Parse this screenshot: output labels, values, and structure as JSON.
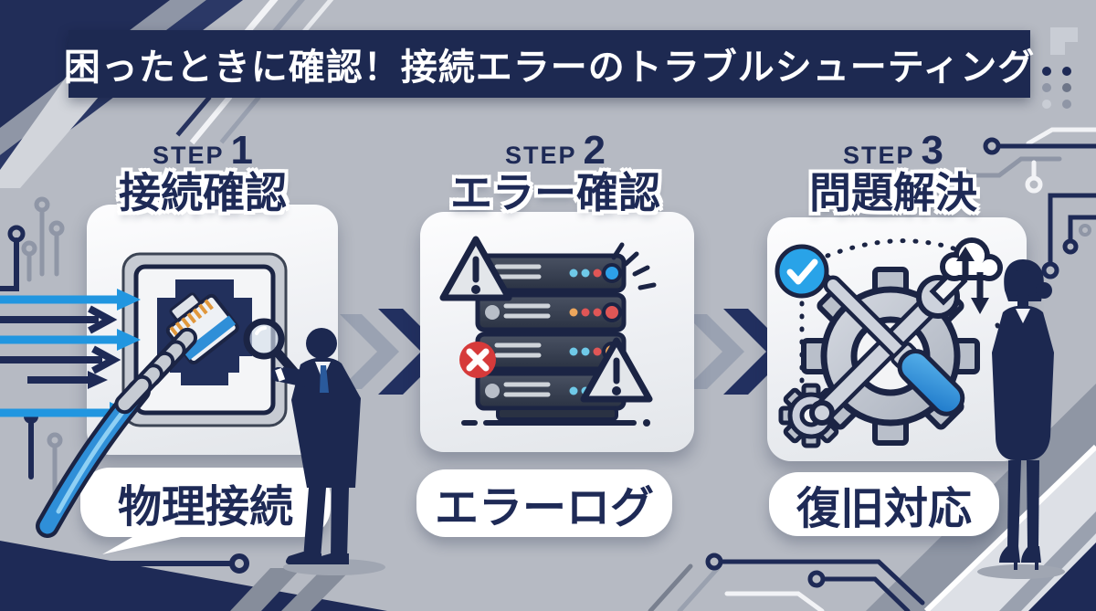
{
  "title": {
    "text": "困ったときに確認！接続エラーのトラブルシューティング"
  },
  "steps": [
    {
      "label": "STEP",
      "number": "1",
      "heading": "接続確認",
      "tag": "物理接続",
      "icon": "ethernet-cable-port-magnifier-icon",
      "figure": "businessman-silhouette"
    },
    {
      "label": "STEP",
      "number": "2",
      "heading": "エラー確認",
      "tag": "エラーログ",
      "icon": "server-rack-error-warning-icon"
    },
    {
      "label": "STEP",
      "number": "3",
      "heading": "問題解決",
      "tag": "復旧対応",
      "icon": "gear-wrench-screwdriver-repair-icon",
      "figure": "businesswoman-silhouette"
    }
  ],
  "decor_icons": [
    "circuit-trace-icon",
    "double-chevron-icon",
    "flow-arrow-icon",
    "warning-triangle-icon",
    "error-cross-icon",
    "check-circle-icon",
    "cloud-sync-icon"
  ],
  "colors": {
    "background": "#b6bac3",
    "navy": "#1e2a56",
    "accent_blue": "#2196e0",
    "alert_red": "#d63a3a",
    "warning_gray": "#e3e6ea",
    "card": "#f5f6f8",
    "white": "#ffffff"
  }
}
